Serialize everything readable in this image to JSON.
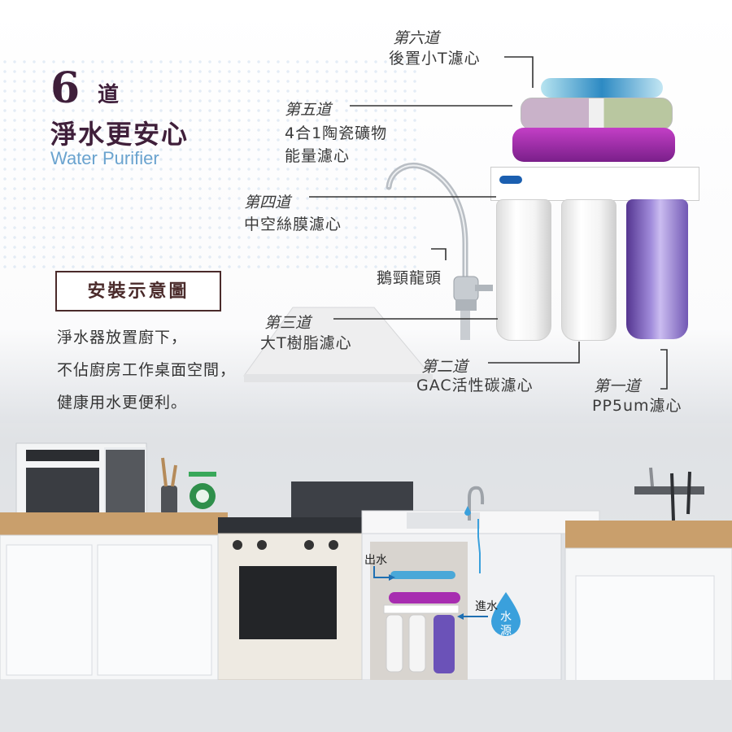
{
  "hero": {
    "number": "6",
    "dao": "道",
    "title": "淨水更安心",
    "subtitle": "Water Purifier"
  },
  "install": {
    "badge": "安裝示意圖",
    "lines": [
      "淨水器放置廚下，",
      "不佔廚房工作桌面空間，",
      "健康用水更便利。"
    ]
  },
  "stages": {
    "s6": {
      "head": "第六道",
      "name": "後置小T濾心"
    },
    "s5": {
      "head": "第五道",
      "name1": "4合1陶瓷礦物",
      "name2": "能量濾心"
    },
    "s4": {
      "head": "第四道",
      "name": "中空絲膜濾心"
    },
    "faucet": "鵝頸龍頭",
    "s3": {
      "head": "第三道",
      "name": "大T樹脂濾心"
    },
    "s2": {
      "head": "第二道",
      "name": "GAC活性碳濾心"
    },
    "s1": {
      "head": "第一道",
      "name": "PP5um濾心"
    }
  },
  "kitchen": {
    "outlet": "出水",
    "inlet": "進水",
    "source1": "水",
    "source2": "源"
  },
  "colors": {
    "title": "#3f1f3a",
    "subtitle": "#6aa3cf",
    "purple": "#8a2e9a",
    "water": "#3aa0dc",
    "counter": "#c99f6c"
  }
}
